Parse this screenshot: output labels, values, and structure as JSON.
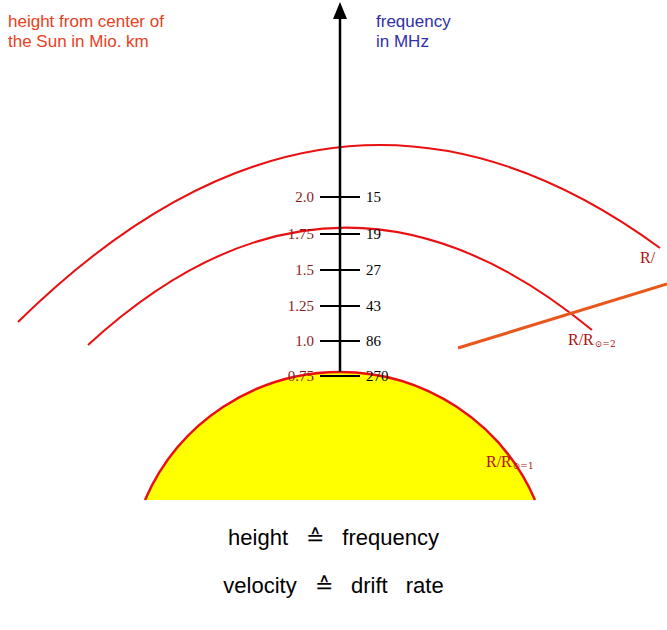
{
  "diagram": {
    "labels": [
      "height from center of the Sun in Mio. km",
      "frequency in MHz",
      "2.0",
      "1.75",
      "1.5",
      "1.25",
      "1.0",
      "0.75",
      "15",
      "19",
      "27",
      "43",
      "86",
      "270",
      "R/",
      "R/R",
      "⊙=2",
      "R/R",
      "⊙=1",
      "height ≙ frequency",
      "velocity ≙ drift rate"
    ]
  }
}
